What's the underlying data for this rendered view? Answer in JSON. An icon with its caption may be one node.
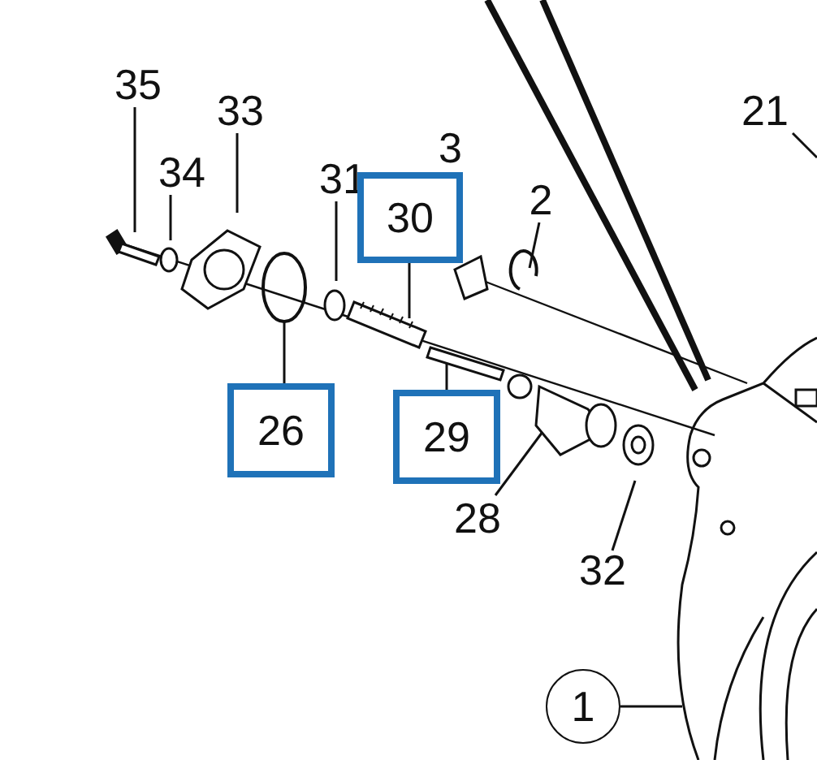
{
  "diagram": {
    "nodes": [
      {
        "text": [
          "35"
        ]
      },
      {
        "text": [
          "33"
        ]
      },
      {
        "text": [
          "34"
        ]
      },
      {
        "text": [
          "21"
        ]
      },
      {
        "text": [
          "31"
        ]
      },
      {
        "text": [
          "30"
        ]
      },
      {
        "text": [
          "2"
        ]
      },
      {
        "text": [
          "26"
        ]
      },
      {
        "text": [
          "29"
        ]
      },
      {
        "text": [
          "28"
        ]
      },
      {
        "text": [
          "32"
        ]
      },
      {
        "text": [
          "1"
        ]
      }
    ],
    "edges": [
      {
        "from": 0,
        "to": null,
        "arrow": "none"
      },
      {
        "from": 1,
        "to": null,
        "arrow": "none"
      },
      {
        "from": 2,
        "to": null,
        "arrow": "none"
      },
      {
        "from": 3,
        "to": null,
        "arrow": "none"
      },
      {
        "from": 4,
        "to": null,
        "arrow": "none"
      },
      {
        "from": 5,
        "to": null,
        "arrow": "none"
      },
      {
        "from": 6,
        "to": null,
        "arrow": "none"
      },
      {
        "from": 7,
        "to": null,
        "arrow": "none"
      },
      {
        "from": 8,
        "to": null,
        "arrow": "none"
      },
      {
        "from": 9,
        "to": null,
        "arrow": "none"
      },
      {
        "from": 10,
        "to": null,
        "arrow": "none"
      },
      {
        "from": 11,
        "to": null,
        "arrow": "none"
      }
    ],
    "labels": [
      "3"
    ]
  }
}
